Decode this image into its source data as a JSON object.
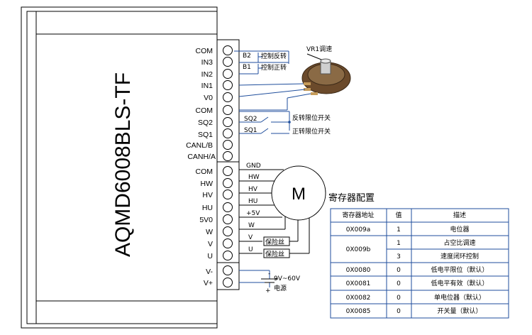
{
  "model": "AQMD6008BLS-TF",
  "terminals": {
    "group1": [
      "COM",
      "IN3",
      "IN2",
      "IN1",
      "V0",
      "COM",
      "SQ2",
      "SQ1",
      "CANL/B",
      "CANH/A"
    ],
    "group2": [
      "COM",
      "HW",
      "HV",
      "HU",
      "5V0",
      "W",
      "V",
      "U"
    ],
    "group3": [
      "V-",
      "V+"
    ]
  },
  "switches": {
    "b2": "B2",
    "b2_label": "控制反转",
    "b1": "B1",
    "b1_label": "控制正转",
    "sq2": "SQ2",
    "sq2_label": "反转限位开关",
    "sq1": "SQ1",
    "sq1_label": "正转限位开关"
  },
  "potentiometer": {
    "label": "VR1调速"
  },
  "motor": {
    "symbol": "M",
    "wires": [
      "GND",
      "HW",
      "HV",
      "HU",
      "+5V",
      "W",
      "V",
      "U"
    ],
    "fuse_label": "保险丝"
  },
  "power": {
    "voltage": "9V~60V",
    "label": "电源"
  },
  "register_table": {
    "title": "寄存器配置",
    "headers": [
      "寄存器地址",
      "值",
      "描述"
    ],
    "rows": [
      {
        "address": "0X009a",
        "value": "1",
        "description": "电位器"
      },
      {
        "address": "0X009b",
        "value": "1",
        "description": "占空比调速"
      },
      {
        "address": "",
        "value": "3",
        "description": "速度闭环控制"
      },
      {
        "address": "0X0080",
        "value": "0",
        "description": "低电平限位（默认）"
      },
      {
        "address": "0X0081",
        "value": "0",
        "description": "低电平有效（默认）"
      },
      {
        "address": "0X0082",
        "value": "0",
        "description": "单电位器（默认）"
      },
      {
        "address": "0X0085",
        "value": "0",
        "description": "开关量（默认）"
      }
    ]
  }
}
